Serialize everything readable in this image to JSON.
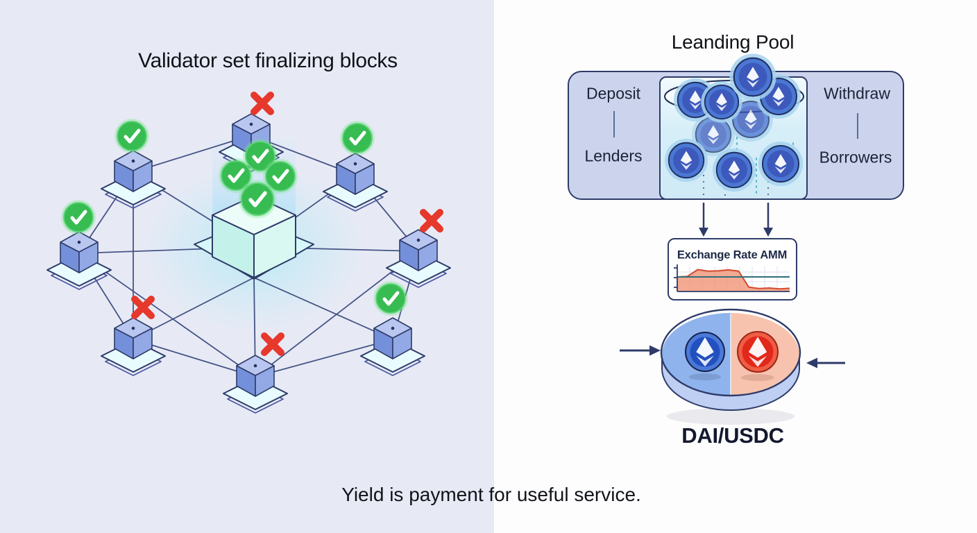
{
  "left_panel": {
    "title": "Validator set finalizing blocks",
    "validators": [
      {
        "id": 1,
        "position": "top",
        "vote": "cross"
      },
      {
        "id": 2,
        "position": "upper-left",
        "vote": "check"
      },
      {
        "id": 3,
        "position": "upper-right",
        "vote": "check"
      },
      {
        "id": 4,
        "position": "left",
        "vote": "check"
      },
      {
        "id": 5,
        "position": "right",
        "vote": "cross"
      },
      {
        "id": 6,
        "position": "lower-left",
        "vote": "cross"
      },
      {
        "id": 7,
        "position": "lower-right",
        "vote": "check"
      },
      {
        "id": 8,
        "position": "bottom",
        "vote": "cross"
      }
    ],
    "finalized_block_checks": 4
  },
  "right_panel": {
    "pool_title": "Leanding Pool",
    "deposit_label": "Deposit",
    "lenders_label": "Lenders",
    "withdraw_label": "Withdraw",
    "borrowers_label": "Borrowers",
    "amm_title": "Exchange Rate AMM",
    "pair_label": "DAI/USDC",
    "pool_coin_count": 9
  },
  "caption": "Yield is payment for useful service.",
  "chart_data": {
    "type": "area",
    "title": "Exchange Rate AMM",
    "x": [
      0,
      1,
      2,
      3,
      4,
      5,
      6,
      7,
      8,
      9,
      10,
      11
    ],
    "values": [
      0.5,
      0.52,
      0.75,
      0.7,
      0.71,
      0.74,
      0.7,
      0.15,
      0.1,
      0.12,
      0.09,
      0.11
    ],
    "reference_line": 0.5,
    "ylim": [
      0,
      1
    ],
    "grid": true,
    "series_color": "#d34a2e",
    "area_color": "#f08d6e",
    "reference_color": "#2f6f7e",
    "legend": []
  },
  "icons": {
    "check": "green-circle-checkmark",
    "cross": "red-x-mark",
    "coin": "ethereum-diamond-coin",
    "arrow_down": "down-arrow",
    "arrow_left": "left-arrow",
    "arrow_right": "right-arrow"
  },
  "colors": {
    "left_background": "#e7eaf5",
    "right_background": "#fdfdfe",
    "panel_fill": "#ccd4ed",
    "pool_fill": "#d9f0f8",
    "outline_navy": "#2e3b68",
    "edge_line": "#3e4c80",
    "check_green": "#37bc52",
    "cross_red": "#e6382c",
    "block_teal": "#d9f8f3",
    "coin_blue": "#3c59bb",
    "coin_red": "#e1281a",
    "disc_blue_half": "#8fb3ed",
    "disc_salmon_half": "#f7c3ae"
  }
}
